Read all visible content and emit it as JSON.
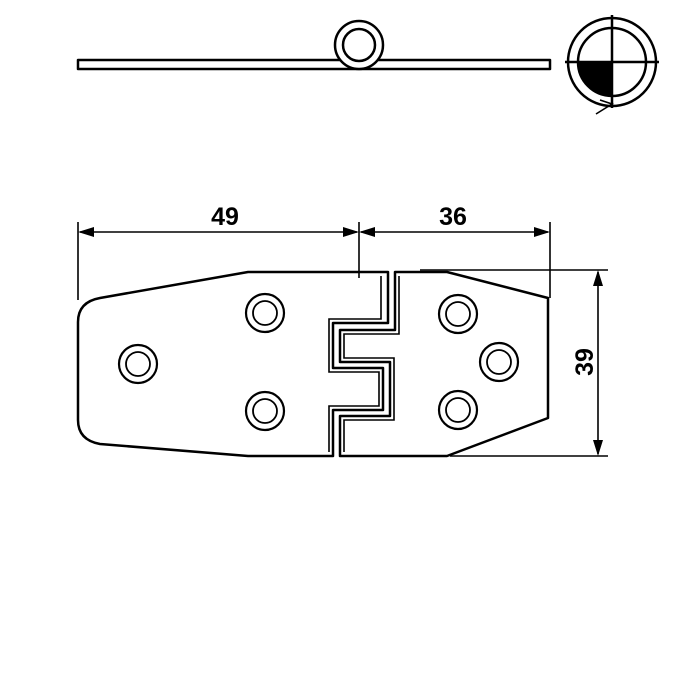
{
  "dimensions": {
    "left_leaf_width": "49",
    "right_leaf_width": "36",
    "height": "39"
  },
  "icons": {
    "projection_symbol": "first-angle-projection-icon"
  },
  "colors": {
    "line": "#000000",
    "background": "#ffffff"
  }
}
